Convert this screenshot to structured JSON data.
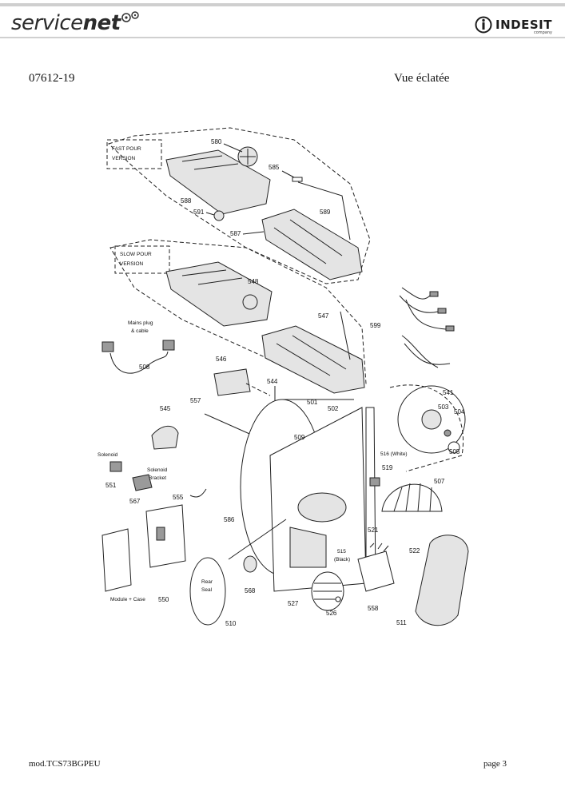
{
  "header": {
    "brand_left_a": "service",
    "brand_left_b": "net",
    "brand_right": "INDESIT",
    "brand_right_sub": "company"
  },
  "document": {
    "reference": "07612-19",
    "title": "Vue éclatée"
  },
  "diagram": {
    "notes": {
      "fast_pour_1": "FAST POUR",
      "fast_pour_2": "VERSION",
      "slow_pour_1": "SLOW POUR",
      "slow_pour_2": "VERSION",
      "mains_1": "Mains plug",
      "mains_2": "& cable",
      "solenoid": "Solenoid",
      "solenoid_bracket_1": "Solenoid",
      "solenoid_bracket_2": "Bracket",
      "module_case": "Module + Case",
      "rear_seal_1": "Rear",
      "rear_seal_2": "Seal",
      "white": "516 (White)",
      "black_1": "515",
      "black_2": "(Black)"
    },
    "parts": {
      "p580": "580",
      "p585": "585",
      "p588": "588",
      "p591": "591",
      "p589": "589",
      "p587": "587",
      "p548": "548",
      "p547": "547",
      "p599": "599",
      "p508": "508",
      "p546": "546",
      "p544": "544",
      "p501": "501",
      "p502": "502",
      "p541": "541",
      "p503": "503",
      "p504": "504",
      "p505": "505",
      "p557": "557",
      "p545": "545",
      "p509": "509",
      "p519": "519",
      "p507": "507",
      "p551": "551",
      "p567": "567",
      "p555": "555",
      "p586": "586",
      "p521": "521",
      "p522": "522",
      "p568": "568",
      "p550": "550",
      "p510": "510",
      "p527": "527",
      "p526": "526",
      "p558": "558",
      "p511": "511"
    }
  },
  "footer": {
    "model": "mod.TCS73BGPEU",
    "page": "page 3"
  }
}
